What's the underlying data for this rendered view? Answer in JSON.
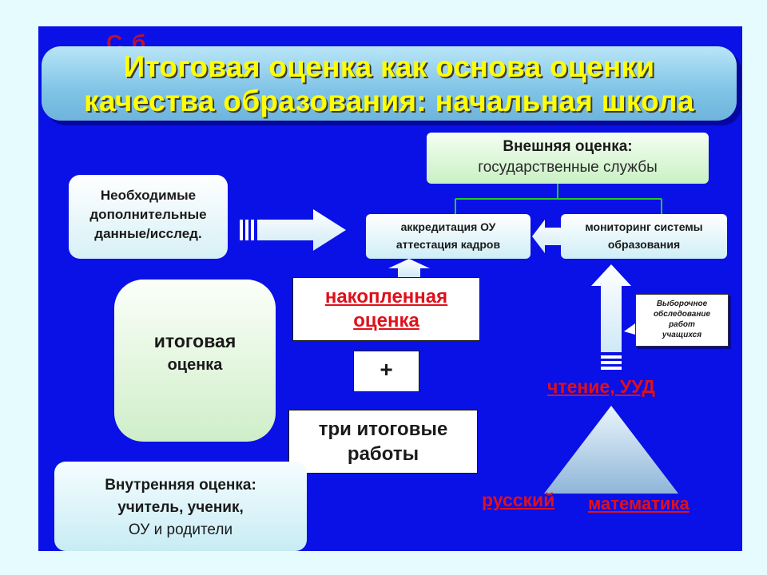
{
  "title": {
    "line1": "Итоговая оценка как основа оценки",
    "line2": "качества образования: начальная школа",
    "ghost_text": "С              б"
  },
  "external": {
    "heading": "Внешняя оценка:",
    "sub": "государственные службы"
  },
  "needed": {
    "line1": "Необходимые",
    "line2": "дополнительные",
    "line3": "данные/исслед."
  },
  "accreditation": {
    "line1": "аккредитация ОУ",
    "line2": "аттестация кадров"
  },
  "monitoring": {
    "line1": "мониторинг системы",
    "line2": "образования"
  },
  "final": {
    "line1": "итоговая",
    "line2": "оценка"
  },
  "accumulated": {
    "line1": "накопленная",
    "line2": "оценка"
  },
  "plus": "+",
  "three_works": {
    "line1": "три итоговые",
    "line2": "работы"
  },
  "survey": {
    "line1": "Выборочное",
    "line2": "обследование",
    "line3": "работ",
    "line4": "учащихся"
  },
  "internal": {
    "heading": "Внутренняя оценка:",
    "line2": "учитель, ученик,",
    "line3": "ОУ и родители"
  },
  "labels": {
    "reading": "чтение, УУД",
    "russian": "русский",
    "math": "математика"
  },
  "colors": {
    "slide_bg": "#0a11e6",
    "title_text": "#ffff00",
    "accent_red": "#e0101a",
    "connector_green": "#22cc22"
  }
}
